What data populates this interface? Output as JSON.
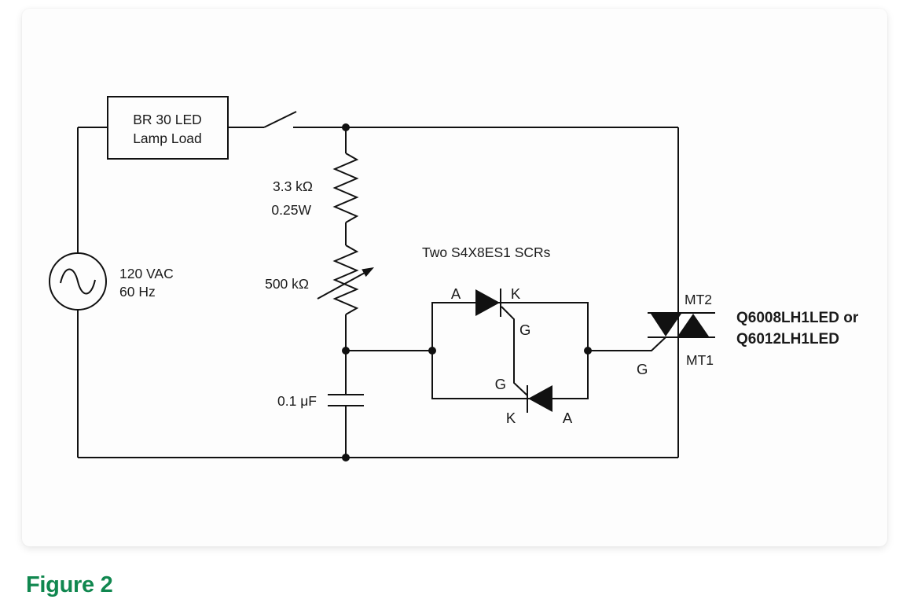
{
  "diagram": {
    "note": "Two S4X8ES1 SCRs",
    "source": {
      "line1": "120 VAC",
      "line2": "60 Hz"
    },
    "load": {
      "line1": "BR 30 LED",
      "line2": "Lamp Load"
    },
    "resistor": {
      "value": "3.3 kΩ",
      "power": "0.25W"
    },
    "potentiometer": {
      "value": "500 kΩ"
    },
    "capacitor": {
      "value": "0.1 μF"
    },
    "scr_top": {
      "anode": "A",
      "cathode": "K",
      "gate": "G"
    },
    "scr_bottom": {
      "anode": "A",
      "cathode": "K",
      "gate": "G"
    },
    "triac": {
      "mt2": "MT2",
      "mt1": "MT1",
      "gate": "G",
      "part_line1": "Q6008LH1LED or",
      "part_line2": "Q6012LH1LED"
    }
  },
  "caption": "Figure 2",
  "colors": {
    "stroke": "#111111",
    "text": "#1a1a1a",
    "caption_green": "#10874f",
    "card_background": "#fdfdfd",
    "page_background": "#ffffff"
  }
}
